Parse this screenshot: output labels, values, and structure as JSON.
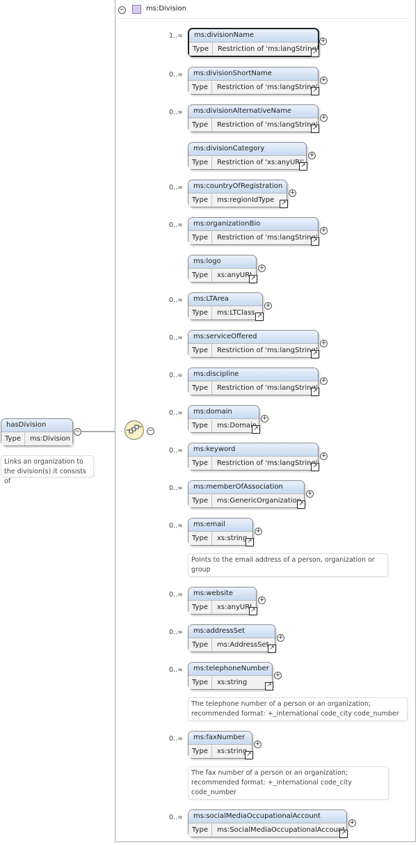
{
  "root": {
    "name": "hasDivision",
    "type_label": "Type",
    "type_value": "ms:Division",
    "annotation": [
      "Links an organization to",
      "the division(s) it consists of"
    ]
  },
  "complex_type": {
    "name": "ms:Division"
  },
  "type_label": "Type",
  "elements": [
    {
      "name": "ms:divisionName",
      "card": "1..∞",
      "type": "Restriction of 'ms:langString'",
      "selected": true
    },
    {
      "name": "ms:divisionShortName",
      "card": "0..∞",
      "type": "Restriction of 'ms:langString'"
    },
    {
      "name": "ms:divisionAlternativeName",
      "card": "0..∞",
      "type": "Restriction of 'ms:langString'"
    },
    {
      "name": "ms:divisionCategory",
      "card": "",
      "type": "Restriction of 'xs:anyURI'"
    },
    {
      "name": "ms:countryOfRegistration",
      "card": "0..∞",
      "type": "ms:regionIdType"
    },
    {
      "name": "ms:organizationBio",
      "card": "0..∞",
      "type": "Restriction of 'ms:langString'"
    },
    {
      "name": "ms:logo",
      "card": "",
      "type": "xs:anyURI"
    },
    {
      "name": "ms:LTArea",
      "card": "0..∞",
      "type": "ms:LTClass"
    },
    {
      "name": "ms:serviceOffered",
      "card": "0..∞",
      "type": "Restriction of 'ms:langString'"
    },
    {
      "name": "ms:discipline",
      "card": "0..∞",
      "type": "Restriction of 'ms:langString'"
    },
    {
      "name": "ms:domain",
      "card": "0..∞",
      "type": "ms:Domain"
    },
    {
      "name": "ms:keyword",
      "card": "0..∞",
      "type": "Restriction of 'ms:langString'"
    },
    {
      "name": "ms:memberOfAssociation",
      "card": "0..∞",
      "type": "ms:GenericOrganization"
    },
    {
      "name": "ms:email",
      "card": "0..∞",
      "type": "xs:string",
      "annotation": [
        "Points to the email address of a person, organization or",
        "group"
      ]
    },
    {
      "name": "ms:website",
      "card": "0..∞",
      "type": "xs:anyURI"
    },
    {
      "name": "ms:addressSet",
      "card": "0..∞",
      "type": "ms:AddressSet"
    },
    {
      "name": "ms:telephoneNumber",
      "card": "0..∞",
      "type": "xs:string",
      "annotation": [
        "The telephone number of a person or an organization;",
        "recommended format: +_international code_city code_number"
      ]
    },
    {
      "name": "ms:faxNumber",
      "card": "0..∞",
      "type": "xs:string",
      "annotation": [
        "The fax number of a person or an organization;",
        "recommended format: +_international code_city",
        "code_number"
      ]
    },
    {
      "name": "ms:socialMediaOccupationalAccount",
      "card": "0..∞",
      "type": "ms:SocialMediaOccupationalAccount"
    }
  ]
}
